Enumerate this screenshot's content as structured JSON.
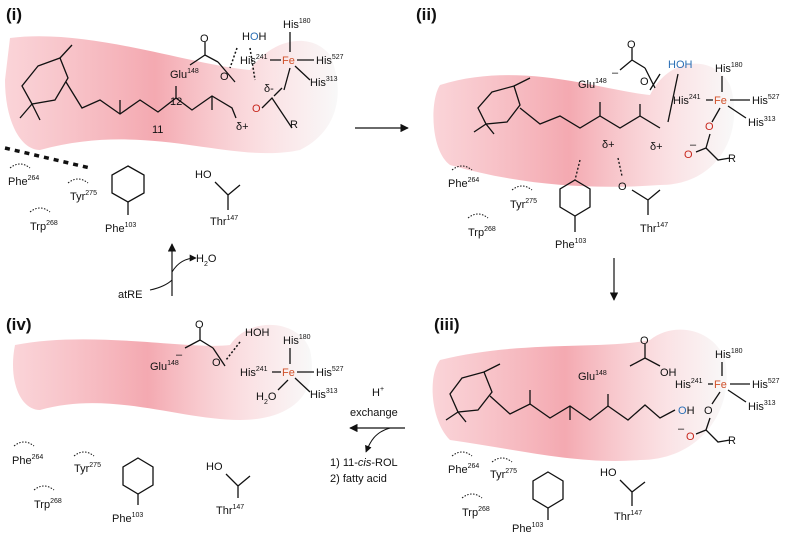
{
  "panels": {
    "p1": "(i)",
    "p2": "(ii)",
    "p3": "(iii)",
    "p4": "(iv)"
  },
  "residues": {
    "glu": "Glu",
    "glu_num": "148",
    "his180": "His",
    "his180_num": "180",
    "his241": "His",
    "his241_num": "241",
    "his527": "His",
    "his527_num": "527",
    "his313": "His",
    "his313_num": "313",
    "fe": "Fe",
    "phe264": "Phe",
    "phe264_num": "264",
    "tyr275": "Tyr",
    "tyr275_num": "275",
    "trp268": "Trp",
    "trp268_num": "268",
    "phe103": "Phe",
    "phe103_num": "103",
    "thr147": "Thr",
    "thr147_num": "147"
  },
  "atoms": {
    "hoh": "HOH",
    "h2o": "H",
    "h2o_sub": "2",
    "h2o_o": "O",
    "o": "O",
    "oh": "OH",
    "ho": "HO",
    "r": "R",
    "minus": "–",
    "delta_plus": "δ+",
    "delta_minus": "δ-",
    "c12": "12",
    "c11": "11"
  },
  "labels": {
    "atre": "atRE",
    "h2o_release": "H",
    "h2o_release_sub": "2",
    "h2o_release_o": "O",
    "h_plus": "H",
    "h_plus_sup": "+",
    "exchange": "exchange",
    "step1": "1) 11-",
    "step1_cis": "cis",
    "step1_end": "-ROL",
    "step2": "2) fatty acid"
  },
  "colors": {
    "pocket_red": "#f0a0a8",
    "oxygen_red": "#c8281e",
    "water_blue": "#2a6fb5",
    "iron": "#d0512a"
  }
}
